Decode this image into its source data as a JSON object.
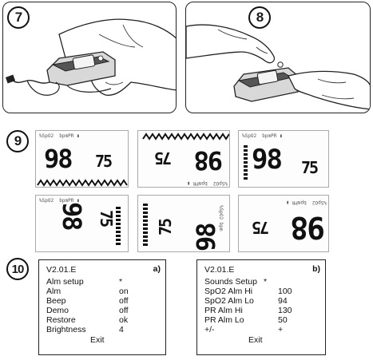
{
  "steps": [
    "7",
    "8",
    "9",
    "10"
  ],
  "displays": [
    {
      "spo2": "98",
      "pr": "75"
    },
    {
      "spo2": "98",
      "pr": "75"
    },
    {
      "spo2": "98",
      "pr": "75"
    },
    {
      "spo2": "98",
      "pr": "75"
    },
    {
      "spo2": "98",
      "pr": "75"
    },
    {
      "spo2": "98",
      "pr": "75"
    }
  ],
  "menus": {
    "a": {
      "tag": "a)",
      "version": "V2.01.E",
      "items": [
        {
          "label": "Alm setup",
          "value": "*"
        },
        {
          "label": "Alm",
          "value": "on"
        },
        {
          "label": "Beep",
          "value": "off"
        },
        {
          "label": "Demo",
          "value": "off"
        },
        {
          "label": "Restore",
          "value": "ok"
        },
        {
          "label": "Brightness",
          "value": "4"
        }
      ],
      "exit": "Exit"
    },
    "b": {
      "tag": "b)",
      "version": "V2.01.E",
      "items": [
        {
          "label": "Sounds Setup",
          "value": "*"
        },
        {
          "label": "SpO2 Alm Hi",
          "value": "100"
        },
        {
          "label": "SpO2 Alm Lo",
          "value": "94"
        },
        {
          "label": "PR Alm Hi",
          "value": "130"
        },
        {
          "label": "PR Alm Lo",
          "value": "50"
        },
        {
          "label": "+/-",
          "value": "+"
        }
      ],
      "exit": "Exit"
    }
  }
}
